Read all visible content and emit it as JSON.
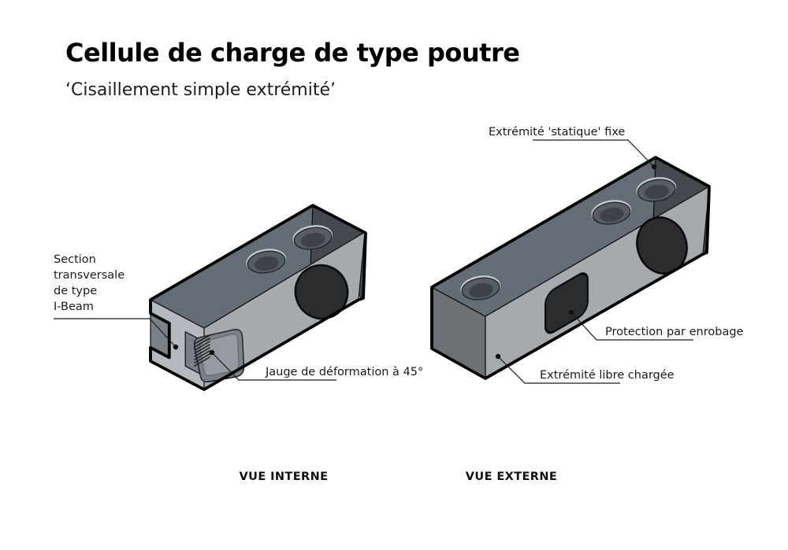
{
  "title": "Cellule de charge de type poutre",
  "subtitle": "‘Cisaillement simple extrémité’",
  "callouts": {
    "fixed_end": "Extrémité 'statique' fixe",
    "cross_section_lines": [
      "Section",
      "transversale",
      "de type",
      "I-Beam"
    ],
    "strain_gauge": "Jauge de déformation à 45°",
    "potting": "Protection par enrobage",
    "loaded_end": "Extrémité libre chargée"
  },
  "captions": {
    "internal": "VUE INTERNE",
    "external": "VUE EXTERNE"
  },
  "colors": {
    "background": "#ffffff",
    "text": "#1a1a1a",
    "outline": "#0d0d0d",
    "top_face": "#646c76",
    "front_face": "#a6aaae",
    "end_face_shadow": "#6d7074",
    "end_sliver": "#45494f",
    "section_face": "#b5bac0",
    "cavity": "#7a8087",
    "cavity_wall": "#959ba1",
    "hole_rim": "#c7cbd0",
    "hole_outer": "#565d65",
    "hole_inner": "#3e434a",
    "dark_feature": "#2a2c2e"
  }
}
